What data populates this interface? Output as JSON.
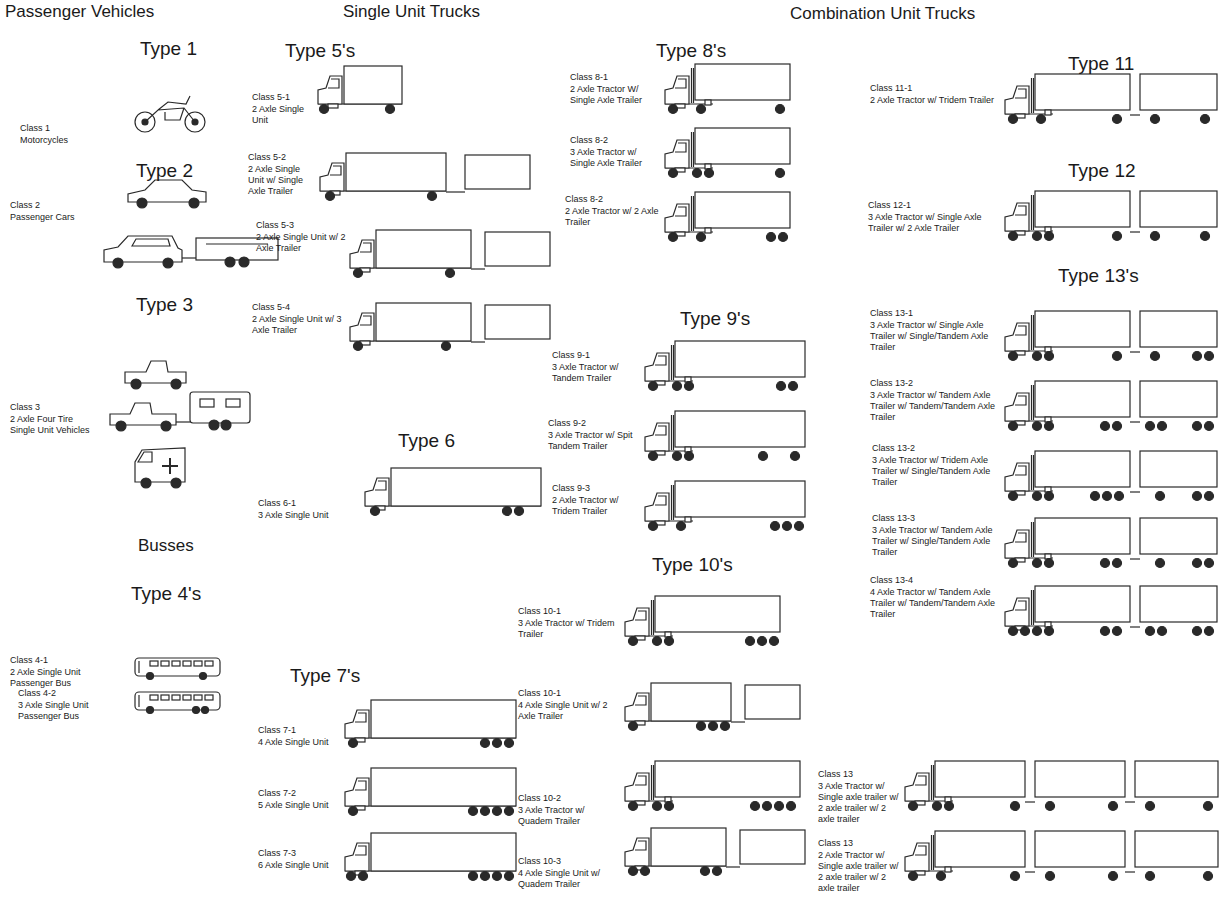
{
  "diagram": {
    "labels": [
      "Passenger Vehicles",
      "Single Unit Trucks",
      "Combination Unit Trucks",
      "Type 1",
      "Class 1",
      "Motorcycles",
      "Type 2",
      "Class 2",
      "Passenger Cars",
      "Type 3",
      "Class 3",
      "2 Axle Four Tire Single Unit Vehicles",
      "Busses",
      "Type 4's",
      "Class 4-1",
      "2 Axle Single Unit Passenger Bus",
      "Class 4-2",
      "3 Axle Single Unit Passenger Bus",
      "Type 5's",
      "Class 5-1",
      "2 Axle Single Unit",
      "Class 5-2",
      "2 Axle Single Unit w/ Single Axle Trailer",
      "Class 5-3",
      "2 Axle Single Unit w/ 2 Axle Trailer",
      "Class 5-4",
      "2 Axle Single Unit w/ 3 Axle Trailer",
      "Type 6",
      "Class 6-1",
      "3 Axle Single Unit",
      "Type 7's",
      "Class 7-1",
      "4 Axle Single Unit",
      "Class 7-2",
      "5 Axle Single Unit",
      "Class 7-3",
      "6 Axle Single Unit",
      "Type 8's",
      "Class 8-1",
      "2 Axle Tractor W/ Single Axle Trailer",
      "Class 8-2",
      "3 Axle Tractor w/ Single Axle Trailer",
      "Class 8-2",
      "2 Axle Tractor w/ 2 Axle Trailer",
      "Type 9's",
      "Class 9-1",
      "3 Axle Tractor w/ Tandem Trailer",
      "Class 9-2",
      "3 Axle Tractor w/ Spit Tandem Trailer",
      "Class 9-3",
      "2 Axle Tractor w/ Tridem Trailer",
      "Type 10's",
      "Class 10-1",
      "3 Axle Tractor w/ Tridem Trailer",
      "Class 10-1",
      "4 Axle Single Unit w/ 2 Axle Trailer",
      "Class 10-2",
      "3 Axle Tractor w/ Quadem Trailer",
      "Class 10-3",
      "4 Axle Single Unit w/ Quadem Trailer",
      "Type 11",
      "Class 11-1",
      "2 Axle Tractor w/ Tridem Trailer",
      "Type 12",
      "Class 12-1",
      "3 Axle Tractor w/ Single Axle Trailer w/ 2 Axle Trailer",
      "Type 13's",
      "Class 13-1",
      "3 Axle Tractor w/ Single Axle Trailer w/ Single/Tandem Axle Trailer",
      "Class 13-2",
      "3 Axle Tractor w/ Tandem Axle Trailer w/ Tandem/Tandem Axle Trailer",
      "Class 13-2",
      "3 Axle Tractor w/ Tridem Axle Trailer w/ Single/Tandem Axle Trailer",
      "Class 13-3",
      "3 Axle Tractor w/ Tandem Axle Trailer w/ Single/Tandem Axle Trailer",
      "Class 13-4",
      "4 Axle Tractor w/ Tandem Axle Trailer w/ Tandem/Tandem Axle Trailer",
      "Class 13",
      "3 Axle Tractor w/ Single axle trailer w/ 2 axle trailer w/ 2 axle trailer",
      "Class 13",
      "2 Axle Tractor w/ Single axle trailer w/ 2 axle trailer w/ 2 axle trailer"
    ]
  }
}
